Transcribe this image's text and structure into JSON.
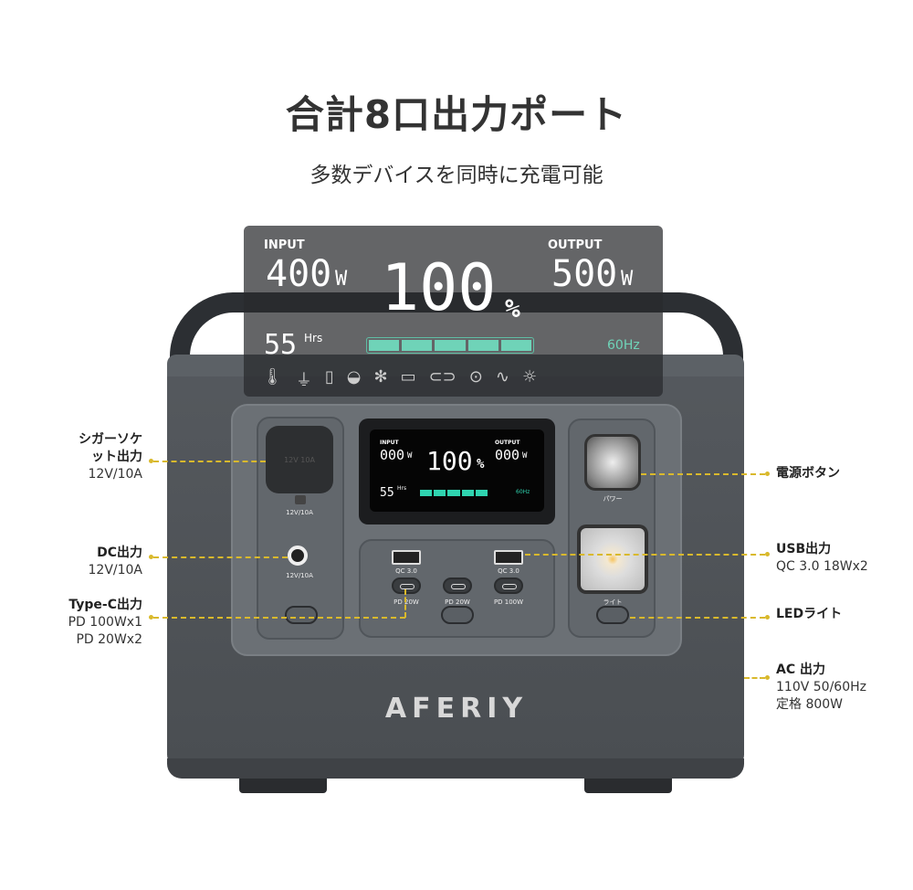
{
  "title": "合計8口出力ポート",
  "subtitle": "多数デバイスを同時に充電可能",
  "display_overlay": {
    "input_label": "INPUT",
    "input_value": "400",
    "output_label": "OUTPUT",
    "output_value": "500",
    "unit_w": "W",
    "battery_percent": "100",
    "percent_sign": "%",
    "hours": "55",
    "hours_unit": "Hrs",
    "frequency": "60Hz",
    "battery_fill_percent": 100,
    "icons": [
      "thermometer-icon",
      "plug-icon",
      "battery-charge-icon",
      "car-socket-icon",
      "fan-icon",
      "usb-a-icon",
      "usb-c-icon",
      "dc-port-icon",
      "ac-wave-icon",
      "light-bulb-icon"
    ],
    "accent": "#6fd3b8"
  },
  "device": {
    "brand": "AFERIY",
    "lcd": {
      "input_label": "INPUT",
      "input_value": "000",
      "output_label": "OUTPUT",
      "output_value": "000",
      "unit_w": "W",
      "percent": "100",
      "percent_sign": "%",
      "hours": "55",
      "hours_unit": "Hrs",
      "frequency": "60Hz"
    },
    "cig_socket_cap": "12V 10A",
    "cig_label": "12V/10A",
    "dc_label": "12V/10A",
    "qc_left": "QC 3.0",
    "qc_right": "QC 3.0",
    "pd1": "PD 20W",
    "pd2": "PD 20W",
    "pd3": "PD 100W",
    "power_label": "パワー",
    "light_label": "ライト"
  },
  "callouts": {
    "cig": {
      "title": "シガーソケ\nット出力",
      "title1": "シガーソケ",
      "title2": "ット出力",
      "spec": "12V/10A"
    },
    "dc": {
      "title": "DC出力",
      "spec": "12V/10A"
    },
    "typec": {
      "title": "Type-C出力",
      "spec1": "PD 100Wx1",
      "spec2": "PD 20Wx2"
    },
    "power": {
      "title": "電源ボタン"
    },
    "usb": {
      "title": "USB出力",
      "spec": "QC 3.0 18Wx2"
    },
    "led": {
      "title": "LEDライト"
    },
    "ac": {
      "title": "AC 出力",
      "spec1": "110V 50/60Hz",
      "spec2": "定格 800W"
    }
  },
  "colors": {
    "callout_line": "#d9b92c",
    "body": "#505458"
  }
}
